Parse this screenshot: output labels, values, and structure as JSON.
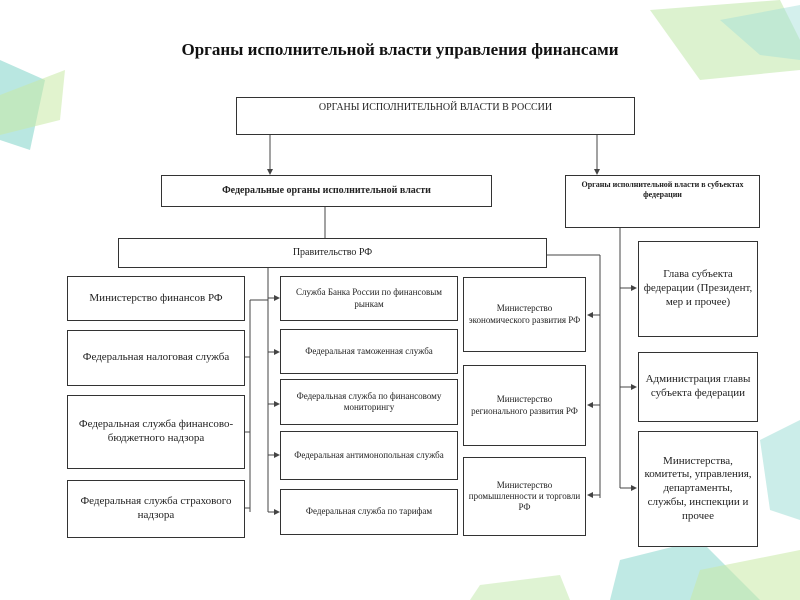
{
  "title": "Органы исполнительной власти управления финансами",
  "root": "ОРГАНЫ ИСПОЛНИТЕЛЬНОЙ ВЛАСТИ В РОССИИ",
  "federal": "Федеральные органы исполнительной власти",
  "regional": "Органы исполнительной власти в субъектах федерации",
  "government": "Правительство РФ",
  "left_column": [
    "Министерство финансов РФ",
    "Федеральная налоговая служба",
    "Федеральная служба финансово-бюджетного надзора",
    "Федеральная служба страхового надзора"
  ],
  "middle_column": [
    "Служба Банка России по финансовым рынкам",
    "Федеральная таможенная служба",
    "Федеральная служба по финансовому мониторингу",
    "Федеральная антимонопольная служба",
    "Федеральная служба по тарифам"
  ],
  "ministries_column": [
    "Министерство экономического развития РФ",
    "Министерство регионального развития РФ",
    "Министерство промышленности и торговли РФ"
  ],
  "regional_column": [
    "Глава субъекта федерации (Президент, мер и прочее)",
    "Администрация главы субъекта федерации",
    "Министерства, комитеты, управления, департаменты, службы, инспекции и прочее"
  ]
}
